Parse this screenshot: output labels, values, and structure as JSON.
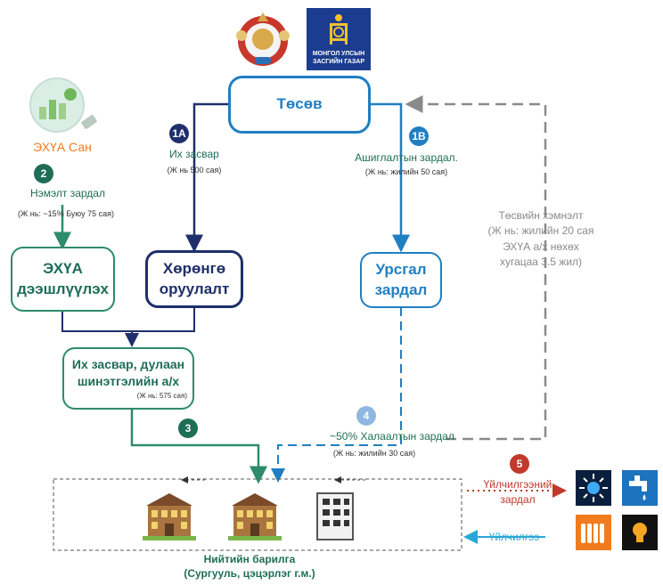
{
  "logos": {
    "gov_label_line1": "МОНГОЛ УЛСЫН",
    "gov_label_line2": "ЗАСГИЙН ГАЗАР"
  },
  "nodes": {
    "budget": "Төсөв",
    "fund_name": "ЭХҮА Сан",
    "ee_l1": "ЭХҮА",
    "ee_l2": "дээшлүүлэх",
    "capinv_l1": "Хөрөнгө",
    "capinv_l2": "оруулалт",
    "current_l1": "Урсгал",
    "current_l2": "зардал",
    "repair_l1": "Их засвар, дулаан",
    "repair_l2": "шинэтгэлийн а/х",
    "repair_note": "(Ж нь: 575 сая)",
    "public_l1": "Нийтийн барилга",
    "public_l2": "(Сургууль, цэцэрлэг г.м.)"
  },
  "flows": {
    "f1a_badge": "1A",
    "f1a_label": "Их засвар",
    "f1a_note": "(Ж нь 500 сая)",
    "f1b_badge": "1B",
    "f1b_label": "Ашиглалтын зардал.",
    "f1b_note": "(Ж нь: жилийн 50 сая)",
    "f2_badge": "2",
    "f2_label": "Нэмэлт зардал",
    "f2_note": "(Ж нь: ~15% Буюу 75 сая)",
    "f3_badge": "3",
    "f4_badge": "4",
    "f4_label": "~50% Халаалтын зардал",
    "f4_note": "(Ж нь: жилийн 30 сая)",
    "f5_badge": "5",
    "f5_l1": "Үйлчилгээний",
    "f5_l2": "зардал",
    "service": "Үйлчилгээ",
    "savings_l1": "Төсвийн хэмнэлт",
    "savings_l2": "(Ж нь: жилийн 20 сая",
    "savings_l3": "ЭХҮА а/х нөхөх",
    "savings_l4": "хугацаа 3.5 жил)"
  },
  "colors": {
    "navy": "#1f2f6b",
    "blue": "#1f7fc2",
    "green": "#2e8b6b",
    "dark_green": "#1e6e55",
    "orange": "#f07c1f",
    "gray": "#8a8a8a",
    "light_blue": "#8fb8e0",
    "red": "#c0392b",
    "cyan": "#2aa7d8"
  }
}
